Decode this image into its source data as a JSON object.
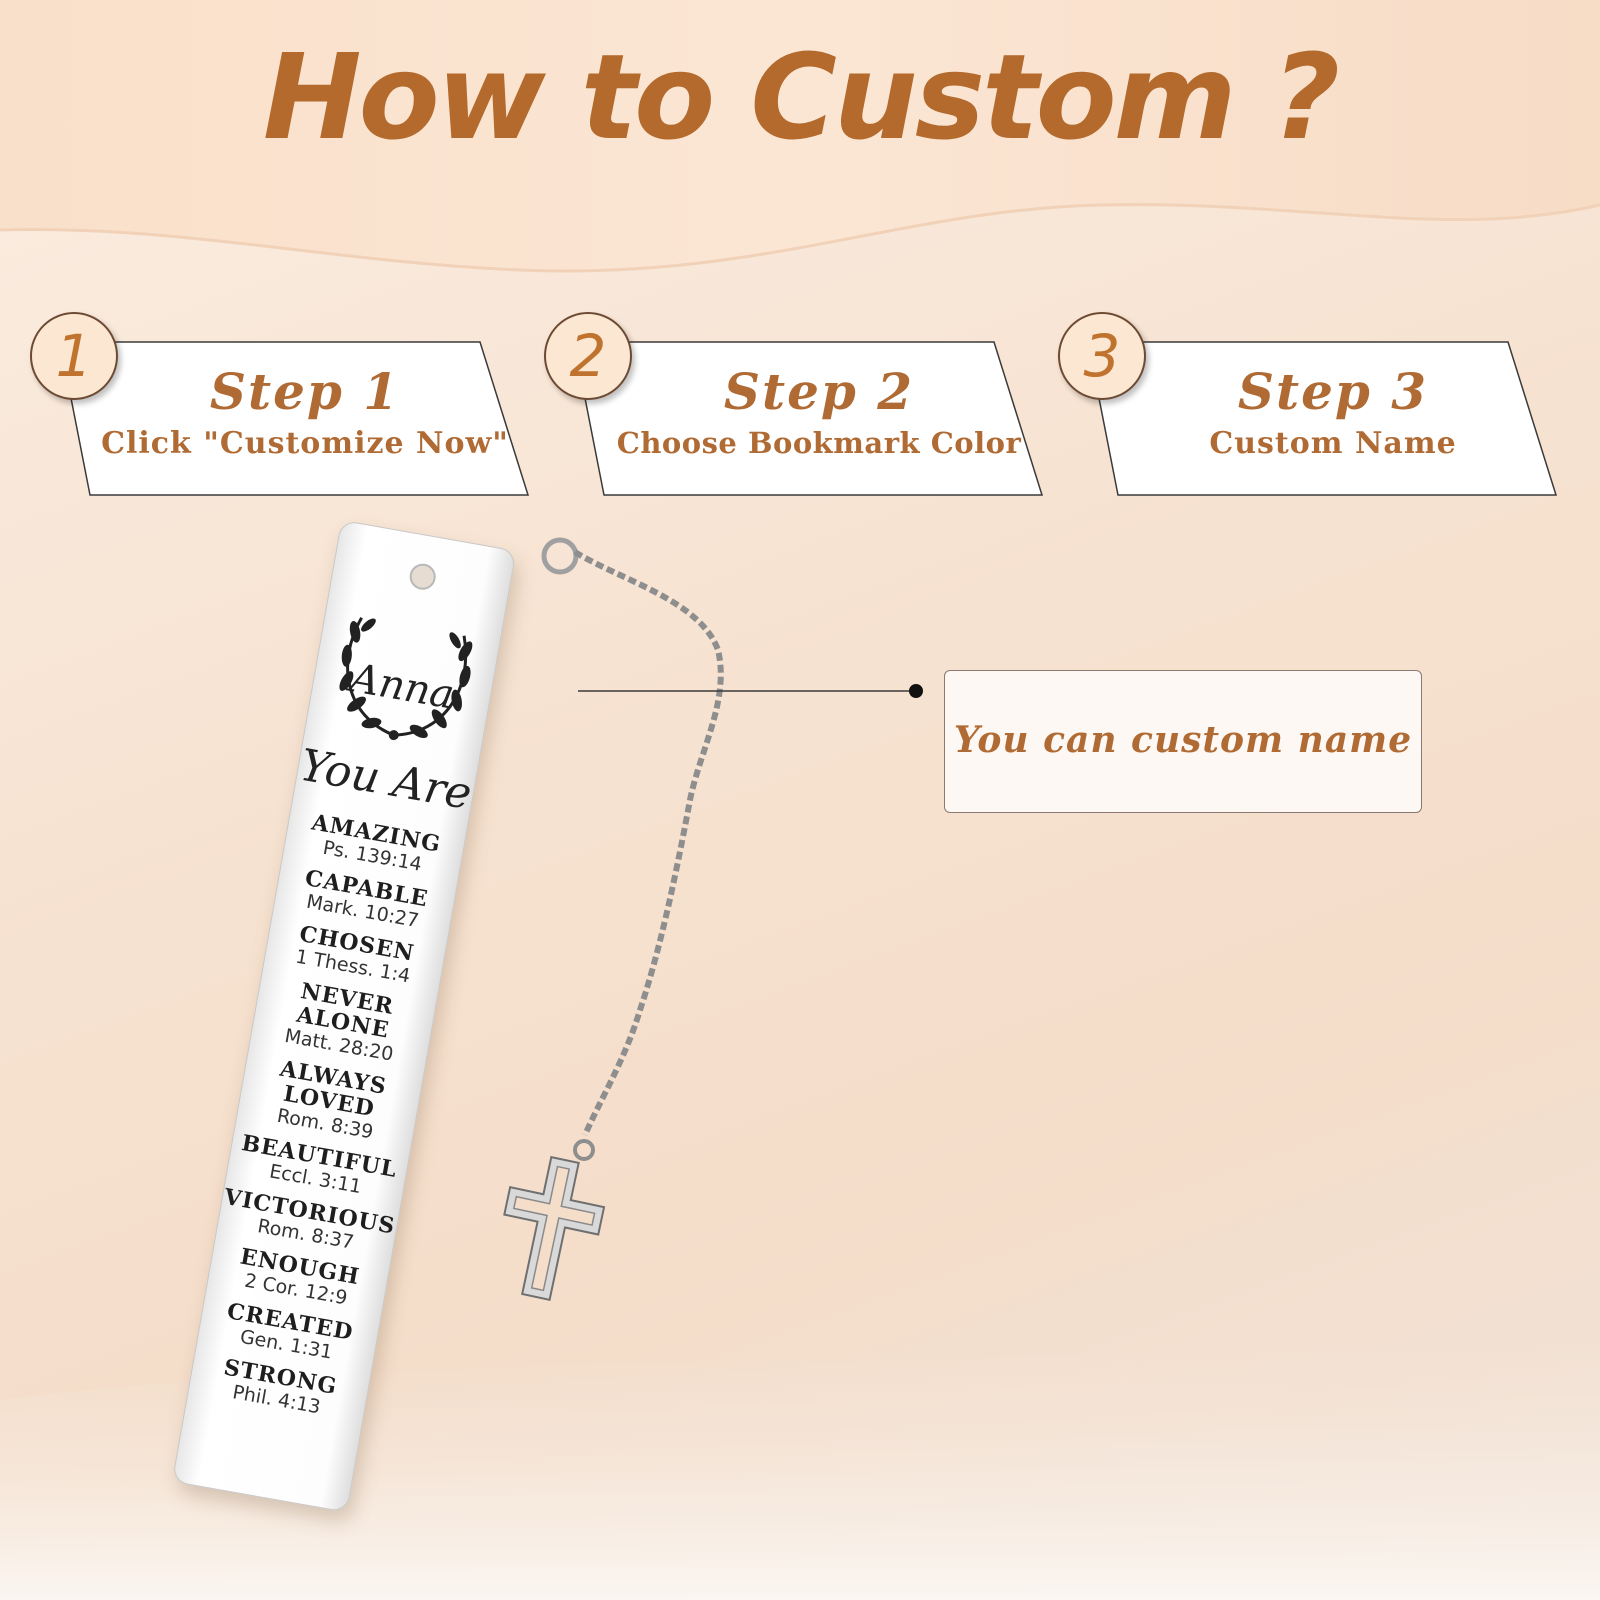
{
  "title": "How to Custom ?",
  "steps": [
    {
      "number": "1",
      "title": "Step 1",
      "description": "Click \"Customize Now\""
    },
    {
      "number": "2",
      "title": "Step 2",
      "description": "Choose Bookmark Color"
    },
    {
      "number": "3",
      "title": "Step 3",
      "description": "Custom Name"
    }
  ],
  "callout": {
    "text": "You can custom name"
  },
  "bookmark": {
    "name": "Anna",
    "heading": "You Are",
    "verses": [
      {
        "word": "AMAZING",
        "ref": "Ps. 139:14"
      },
      {
        "word": "CAPABLE",
        "ref": "Mark. 10:27"
      },
      {
        "word": "CHOSEN",
        "ref": "1 Thess. 1:4"
      },
      {
        "word": "NEVER ALONE",
        "ref": "Matt. 28:20"
      },
      {
        "word": "ALWAYS LOVED",
        "ref": "Rom. 8:39"
      },
      {
        "word": "BEAUTIFUL",
        "ref": "Eccl. 3:11"
      },
      {
        "word": "VICTORIOUS",
        "ref": "Rom. 8:37"
      },
      {
        "word": "ENOUGH",
        "ref": "2 Cor. 12:9"
      },
      {
        "word": "CREATED",
        "ref": "Gen. 1:31"
      },
      {
        "word": "STRONG",
        "ref": "Phil. 4:13"
      }
    ]
  },
  "icons": {
    "pendant": "cross-icon",
    "ornament": "laurel-wreath-icon"
  },
  "colors": {
    "accent": "#b36a2c",
    "badge_fill": "#fbe7d2",
    "band": "#f8dfc9"
  }
}
